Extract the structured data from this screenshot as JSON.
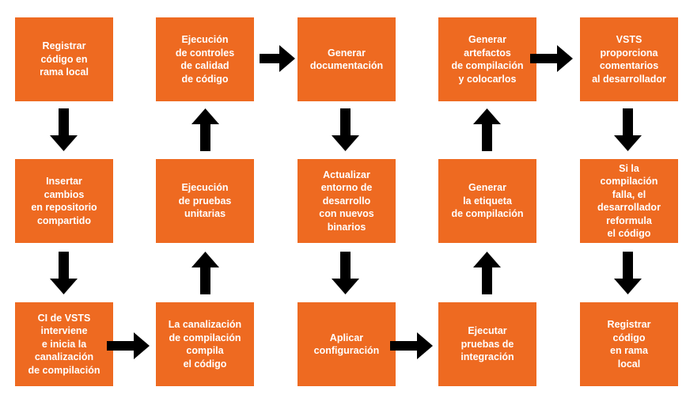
{
  "steps": [
    "Registrar\ncódigo en\nrama local",
    "Insertar\ncambios\nen repositorio\ncompartido",
    "CI de VSTS\ninterviene\ne inicia la\ncanalización\nde compilación",
    "La canalización\nde compilación\ncompila\nel código",
    "Ejecución\nde pruebas\nunitarias",
    "Ejecución\nde controles\nde calidad\nde código",
    "Generar\ndocumentación",
    "Actualizar\nentorno de\ndesarrollo\ncon nuevos\nbinarios",
    "Aplicar\nconfiguración",
    "Ejecutar\npruebas de\nintegración",
    "Generar\nla etiqueta\nde compilación",
    "Generar\nartefactos\nde compilación\ny colocarlos",
    "VSTS\nproporciona\ncomentarios\nal desarrollador",
    "Si la\ncompilación\nfalla, el\ndesarrollador\nreformula\nel código",
    "Registrar\ncódigo\nen rama\nlocal"
  ],
  "colors": {
    "box_fill": "#ee6a21",
    "box_text": "#ffffff",
    "arrow": "#000000"
  }
}
